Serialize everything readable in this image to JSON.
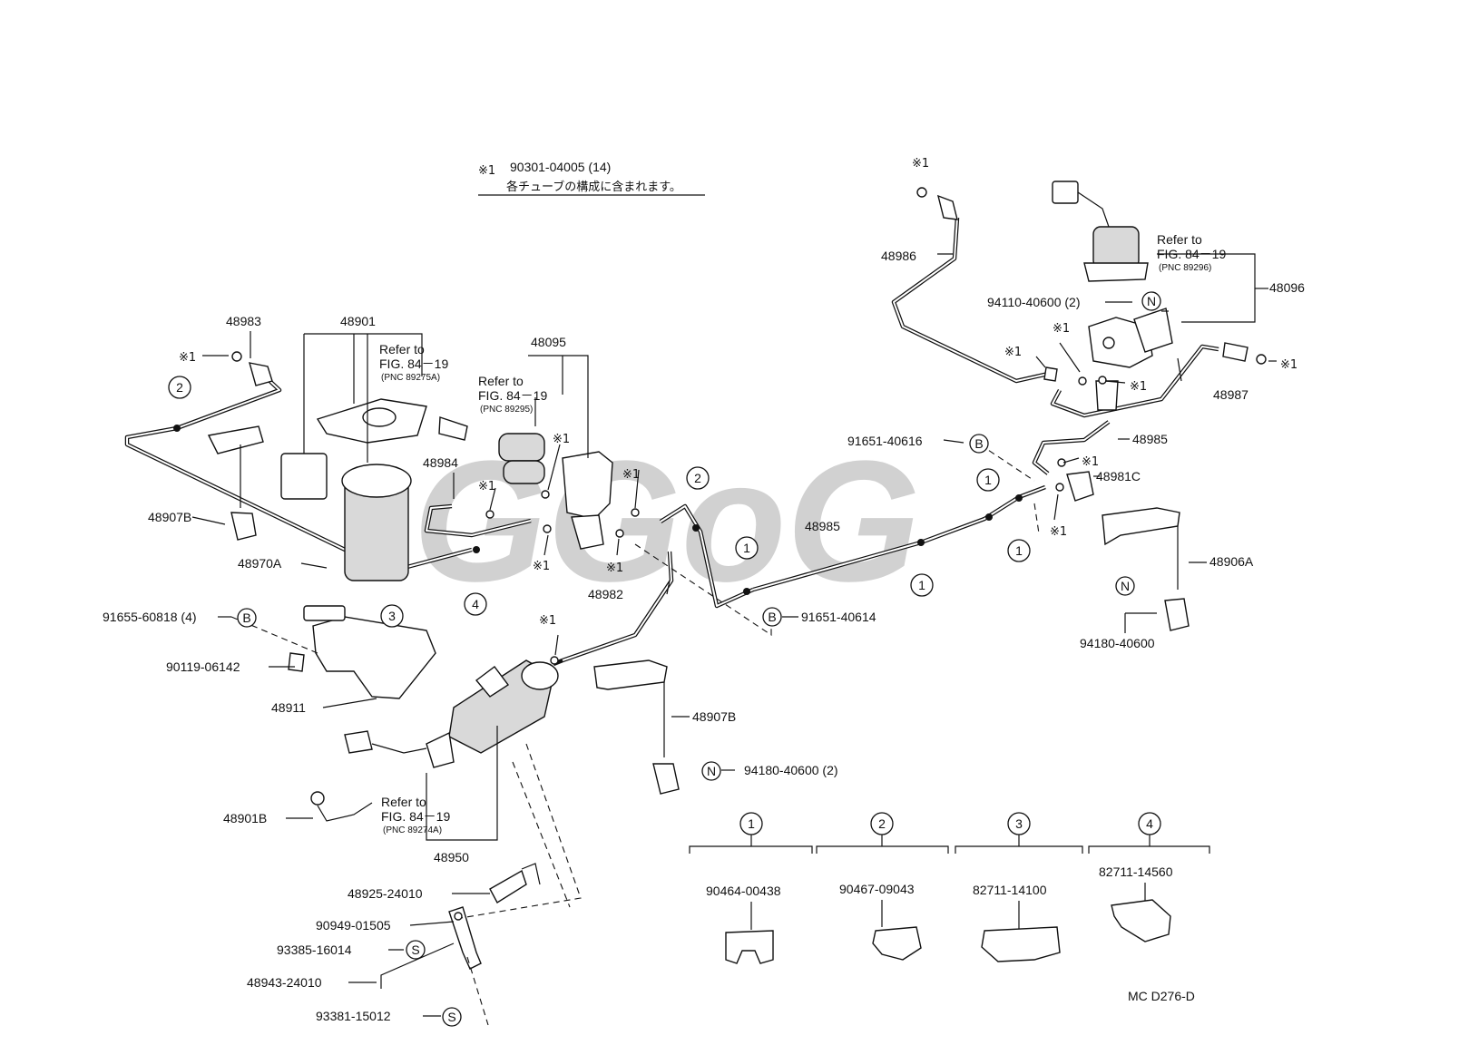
{
  "note": {
    "symbol": "※1",
    "part": "90301-04005 (14)",
    "text": "各チューブの構成に含まれます。"
  },
  "watermark": "GGoG",
  "refer_label": "Refer to",
  "refs": {
    "r89296": {
      "fig": "FIG. 84－19",
      "pnc": "(PNC 89296)"
    },
    "r89275a": {
      "fig": "FIG. 84－19",
      "pnc": "(PNC 89275A)"
    },
    "r89295": {
      "fig": "FIG. 84－19",
      "pnc": "(PNC 89295)"
    },
    "r89274a": {
      "fig": "FIG. 84－19",
      "pnc": "(PNC 89274A)"
    }
  },
  "mark1": "※1",
  "symbols": {
    "B": "B",
    "N": "N",
    "S": "S"
  },
  "parts": {
    "p48986": "48986",
    "p48096": "48096",
    "p94110": "94110-40600 (2)",
    "p48987": "48987",
    "p48985a": "48985",
    "p91651_40616": "91651-40616",
    "p48981c": "48981C",
    "p48906a": "48906A",
    "p94180_a": "94180-40600",
    "p48983": "48983",
    "p48901": "48901",
    "p48095": "48095",
    "p48984": "48984",
    "p48907b_a": "48907B",
    "p48970a": "48970A",
    "p91655": "91655-60818 (4)",
    "p90119": "90119-06142",
    "p48911": "48911",
    "p48985b": "48985",
    "p48982": "48982",
    "p91651_40614": "91651-40614",
    "p48907b_b": "48907B",
    "p94180_b": "94180-40600 (2)",
    "p48901b": "48901B",
    "p48950": "48950",
    "p48925": "48925-24010",
    "p90949": "90949-01505",
    "p93385": "93385-16014",
    "p48943": "48943-24010",
    "p93381": "93381-15012"
  },
  "clamps": [
    {
      "num": "1",
      "part": "90464-00438"
    },
    {
      "num": "2",
      "part": "90467-09043"
    },
    {
      "num": "3",
      "part": "82711-14100"
    },
    {
      "num": "4",
      "part": "82711-14560"
    }
  ],
  "diagram_code": "MC D276-D"
}
